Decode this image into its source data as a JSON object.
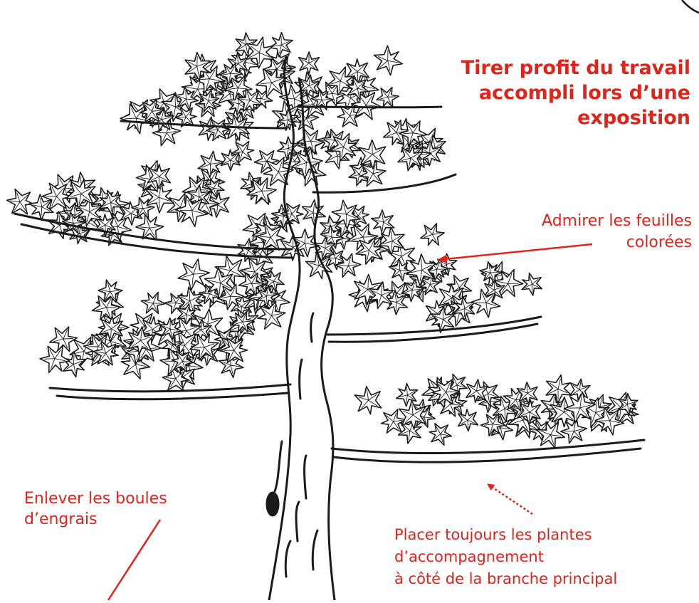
{
  "annotations": {
    "title": [
      "Tirer profit du travail",
      "accompli lors d’une",
      "exposition"
    ],
    "leaves": [
      "Admirer les feuilles",
      "colorées"
    ],
    "fertilizer": [
      "Enlever les boules",
      "d’engrais"
    ],
    "companion": [
      "Placer toujours les plantes",
      "d’accompagnement",
      "à côté de la branche principal"
    ]
  },
  "colors": {
    "annotation": "#e2231a",
    "ink": "#1a1a1a",
    "background": "#ffffff"
  },
  "illustration": "bonsai-tree"
}
